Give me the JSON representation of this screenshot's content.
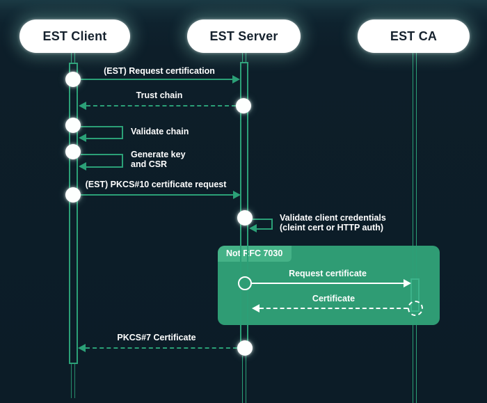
{
  "diagram_type": "sequence-diagram",
  "actors": {
    "client": {
      "label": "EST Client"
    },
    "server": {
      "label": "EST Server"
    },
    "ca": {
      "label": "EST CA"
    }
  },
  "messages": {
    "request_certification": {
      "label": "(EST) Request certification",
      "from": "EST Client",
      "to": "EST Server",
      "line": "solid"
    },
    "trust_chain": {
      "label": "Trust chain",
      "from": "EST Server",
      "to": "EST Client",
      "line": "dashed"
    },
    "validate_chain": {
      "label": "Validate chain",
      "actor": "EST Client",
      "type": "self"
    },
    "generate_key_csr": {
      "label": "Generate key\nand CSR",
      "actor": "EST Client",
      "type": "self"
    },
    "pkcs10_request": {
      "label": "(EST) PKCS#10 certificate request",
      "from": "EST Client",
      "to": "EST Server",
      "line": "solid"
    },
    "validate_credentials": {
      "label": "Validate client credentials\n(cleint cert or HTTP auth)",
      "actor": "EST Server",
      "type": "self"
    },
    "request_certificate": {
      "label": "Request certificate",
      "from": "EST Server",
      "to": "EST CA",
      "line": "solid"
    },
    "certificate": {
      "label": "Certificate",
      "from": "EST CA",
      "to": "EST Server",
      "line": "dashed"
    },
    "pkcs7_certificate": {
      "label": "PKCS#7 Certificate",
      "from": "EST Server",
      "to": "EST Client",
      "line": "dashed"
    }
  },
  "frame": {
    "label": "Not RFC 7030"
  },
  "colors": {
    "background": "#0d1f2a",
    "line_teal": "#2ba077",
    "frame_fill": "#2f9c74",
    "frame_tab": "#45b287",
    "node_white": "#fdfffe",
    "pill_fill": "#ffffff",
    "pill_text": "#16222e"
  }
}
